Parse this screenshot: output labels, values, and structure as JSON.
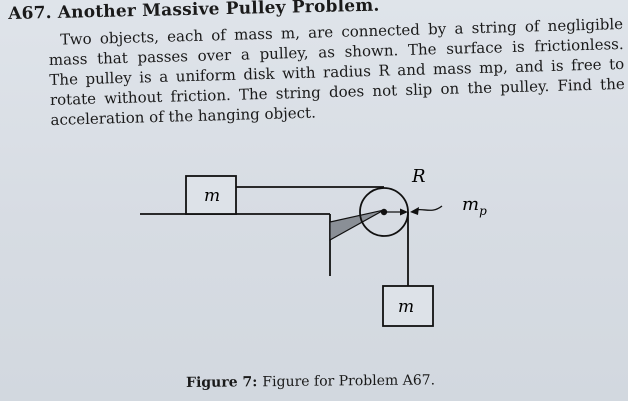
{
  "problem": {
    "number": "A67.",
    "title": "Another Massive Pulley Problem.",
    "lines": [
      "Two objects, each of mass m, are connected by a string of negligible",
      "mass that passes over a pulley, as shown.  The surface is frictionless.",
      "The pulley is a uniform disk with radius R and mass mp, and is free to",
      "rotate without friction.  The string does not slip on the pulley.  Find the",
      "acceleration of the hanging object."
    ]
  },
  "figure": {
    "block_top_label": "m",
    "block_hanging_label": "m",
    "radius_label": "R",
    "pulley_mass_label": "m",
    "pulley_mass_subscript": "p"
  },
  "caption": {
    "label": "Figure 7:",
    "text": "Figure for Problem A67."
  }
}
